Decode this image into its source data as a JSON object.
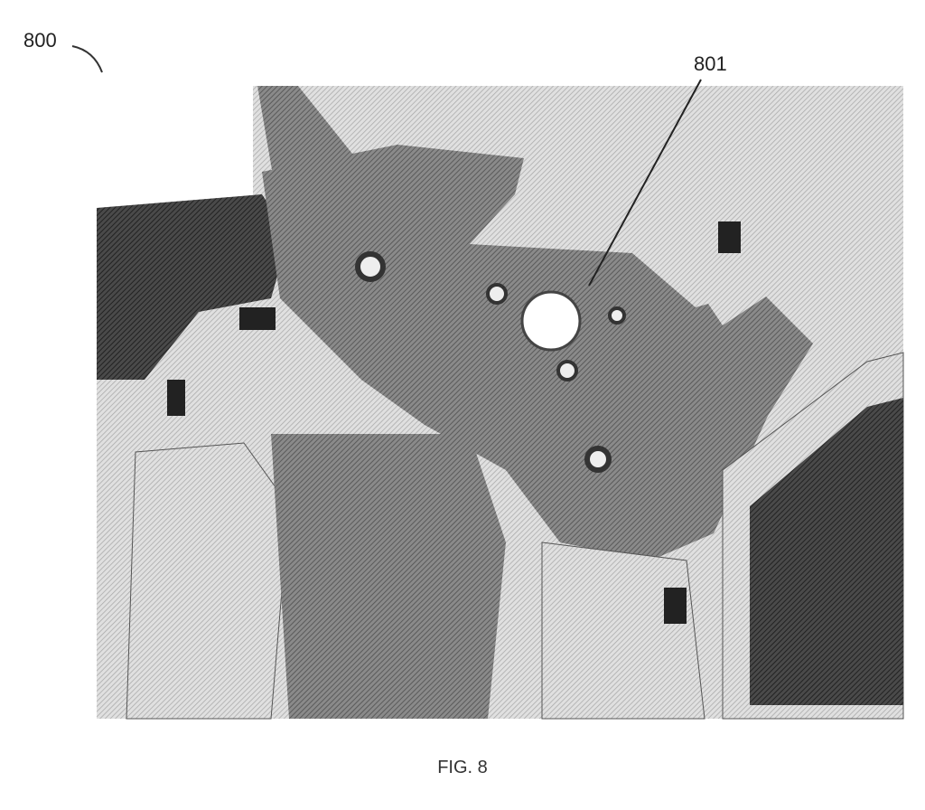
{
  "figure": {
    "caption": "FIG. 8",
    "reference_numerals": {
      "assembly": "800",
      "panel": "801"
    },
    "colors": {
      "dark": "#3a3a3a",
      "mid": "#7a7a7a",
      "light": "#d8d8d8"
    }
  }
}
